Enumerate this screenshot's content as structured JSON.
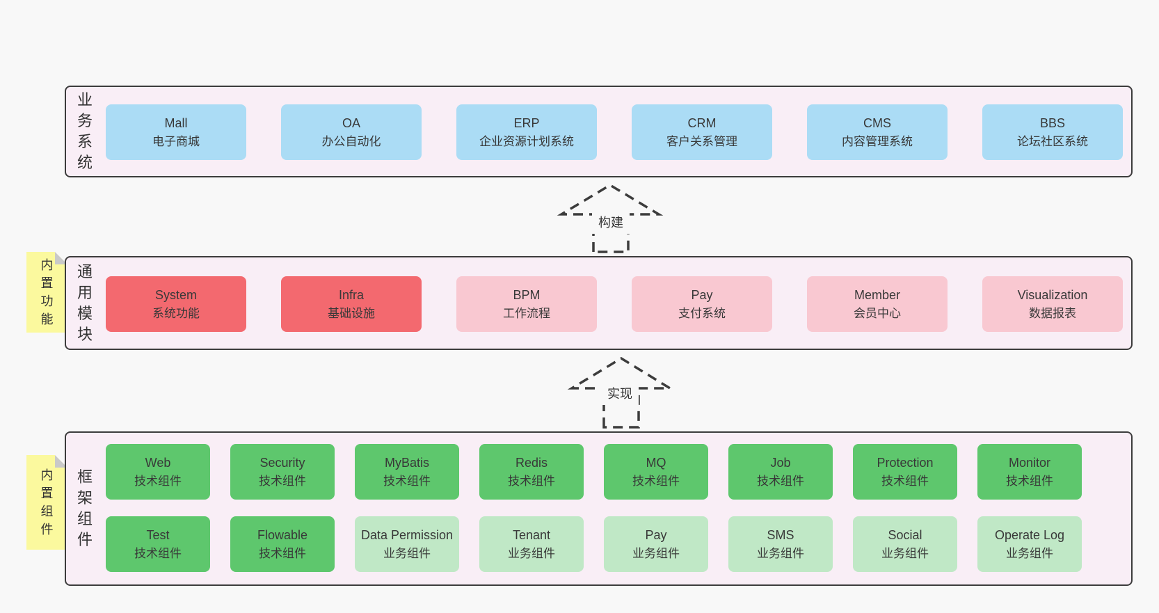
{
  "page": {
    "background": "#f8f8f8"
  },
  "colors": {
    "blue": "#abdcf5",
    "red": "#f3696f",
    "pink": "#f9c8d1",
    "green": "#5ec76d",
    "lightgreen": "#c0e8c6",
    "band_background": "#f9eef6",
    "band_border": "#3c3c3c",
    "sticky_yellow": "#fbf99e",
    "sticky_fold_gray": "#c9c9c9",
    "text": "#383838"
  },
  "arrows": [
    {
      "label": "构建"
    },
    {
      "label": "实现"
    }
  ],
  "bands": [
    {
      "label": "业务系统",
      "sticky": null,
      "rows": [
        {
          "boxes": [
            {
              "title": "Mall",
              "subtitle": "电子商城",
              "variant": "blue"
            },
            {
              "title": "OA",
              "subtitle": "办公自动化",
              "variant": "blue"
            },
            {
              "title": "ERP",
              "subtitle": "企业资源计划系统",
              "variant": "blue"
            },
            {
              "title": "CRM",
              "subtitle": "客户关系管理",
              "variant": "blue"
            },
            {
              "title": "CMS",
              "subtitle": "内容管理系统",
              "variant": "blue"
            },
            {
              "title": "BBS",
              "subtitle": "论坛社区系统",
              "variant": "blue"
            }
          ]
        }
      ]
    },
    {
      "label": "通用模块",
      "sticky": "内置功能",
      "rows": [
        {
          "boxes": [
            {
              "title": "System",
              "subtitle": "系统功能",
              "variant": "red"
            },
            {
              "title": "Infra",
              "subtitle": "基础设施",
              "variant": "red"
            },
            {
              "title": "BPM",
              "subtitle": "工作流程",
              "variant": "pink"
            },
            {
              "title": "Pay",
              "subtitle": "支付系统",
              "variant": "pink"
            },
            {
              "title": "Member",
              "subtitle": "会员中心",
              "variant": "pink"
            },
            {
              "title": "Visualization",
              "subtitle": "数据报表",
              "variant": "pink"
            }
          ]
        }
      ]
    },
    {
      "label": "框架组件",
      "sticky": "内置组件",
      "rows": [
        {
          "boxes": [
            {
              "title": "Web",
              "subtitle": "技术组件",
              "variant": "green"
            },
            {
              "title": "Security",
              "subtitle": "技术组件",
              "variant": "green"
            },
            {
              "title": "MyBatis",
              "subtitle": "技术组件",
              "variant": "green"
            },
            {
              "title": "Redis",
              "subtitle": "技术组件",
              "variant": "green"
            },
            {
              "title": "MQ",
              "subtitle": "技术组件",
              "variant": "green"
            },
            {
              "title": "Job",
              "subtitle": "技术组件",
              "variant": "green"
            },
            {
              "title": "Protection",
              "subtitle": "技术组件",
              "variant": "green"
            },
            {
              "title": "Monitor",
              "subtitle": "技术组件",
              "variant": "green"
            }
          ]
        },
        {
          "boxes": [
            {
              "title": "Test",
              "subtitle": "技术组件",
              "variant": "green"
            },
            {
              "title": "Flowable",
              "subtitle": "技术组件",
              "variant": "green"
            },
            {
              "title": "Data Permission",
              "subtitle": "业务组件",
              "variant": "lightgreen"
            },
            {
              "title": "Tenant",
              "subtitle": "业务组件",
              "variant": "lightgreen"
            },
            {
              "title": "Pay",
              "subtitle": "业务组件",
              "variant": "lightgreen"
            },
            {
              "title": "SMS",
              "subtitle": "业务组件",
              "variant": "lightgreen"
            },
            {
              "title": "Social",
              "subtitle": "业务组件",
              "variant": "lightgreen"
            },
            {
              "title": "Operate Log",
              "subtitle": "业务组件",
              "variant": "lightgreen"
            }
          ]
        }
      ]
    }
  ]
}
